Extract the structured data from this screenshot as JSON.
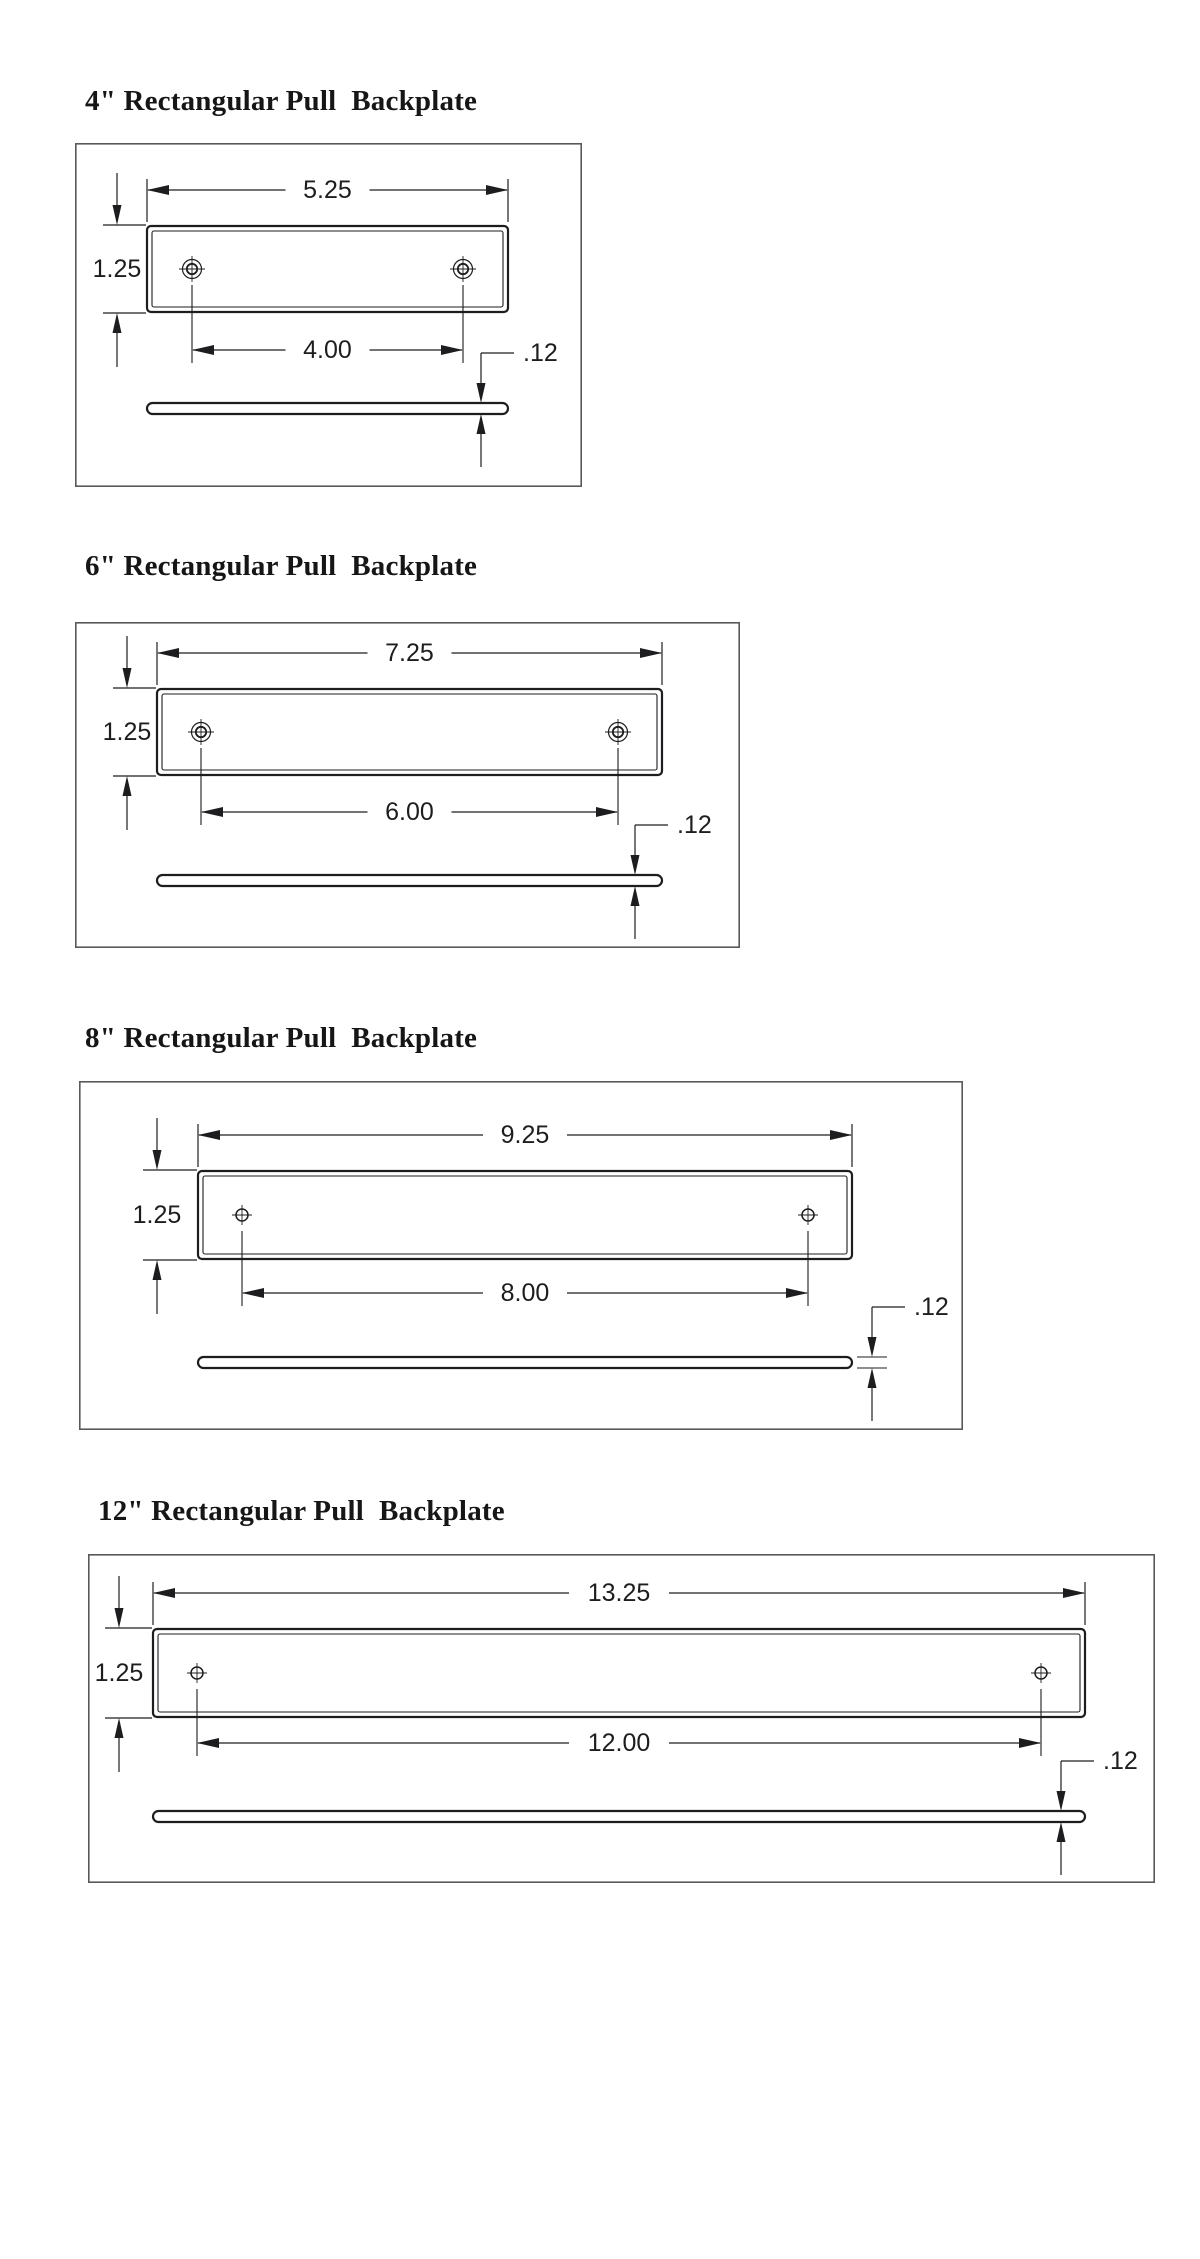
{
  "page": {
    "background_color": "#ffffff",
    "line_color": "#1d1d1f",
    "frame_color": "#58595b"
  },
  "drawings": [
    {
      "title": "4\" Rectangular Pull  Backplate",
      "labels": {
        "width": "5.25",
        "height": "1.25",
        "hole_spacing": "4.00",
        "thickness": ".12"
      },
      "values_in": {
        "width": 5.25,
        "height": 1.25,
        "hole_spacing": 4.0,
        "thickness": 0.12
      }
    },
    {
      "title": "6\" Rectangular Pull  Backplate",
      "labels": {
        "width": "7.25",
        "height": "1.25",
        "hole_spacing": "6.00",
        "thickness": ".12"
      },
      "values_in": {
        "width": 7.25,
        "height": 1.25,
        "hole_spacing": 6.0,
        "thickness": 0.12
      }
    },
    {
      "title": "8\" Rectangular Pull  Backplate",
      "labels": {
        "width": "9.25",
        "height": "1.25",
        "hole_spacing": "8.00",
        "thickness": ".12"
      },
      "values_in": {
        "width": 9.25,
        "height": 1.25,
        "hole_spacing": 8.0,
        "thickness": 0.12
      }
    },
    {
      "title": "12\" Rectangular Pull  Backplate",
      "labels": {
        "width": "13.25",
        "height": "1.25",
        "hole_spacing": "12.00",
        "thickness": ".12"
      },
      "values_in": {
        "width": 13.25,
        "height": 1.25,
        "hole_spacing": 12.0,
        "thickness": 0.12
      }
    }
  ]
}
